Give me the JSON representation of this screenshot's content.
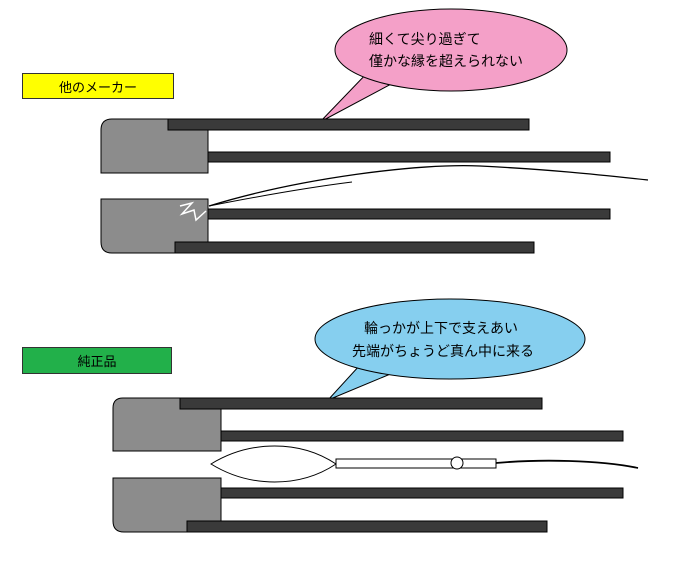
{
  "sections": {
    "other_maker": {
      "label": "他のメーカー",
      "bubble_lines": [
        "細くて尖り過ぎて",
        "僅かな縁を超えられない"
      ],
      "bubble_color": "#f4a0c8"
    },
    "genuine": {
      "label": "純正品",
      "bubble_lines": [
        "輪っかが上下で支えあい",
        "先端がちょうど真ん中に来る"
      ],
      "bubble_color": "#86cfef"
    }
  },
  "colors": {
    "block_fill": "#8c8c8c",
    "bar_fill": "#3a3a3a",
    "label_other_bg": "#ffff00",
    "label_genuine_bg": "#22b04a"
  }
}
